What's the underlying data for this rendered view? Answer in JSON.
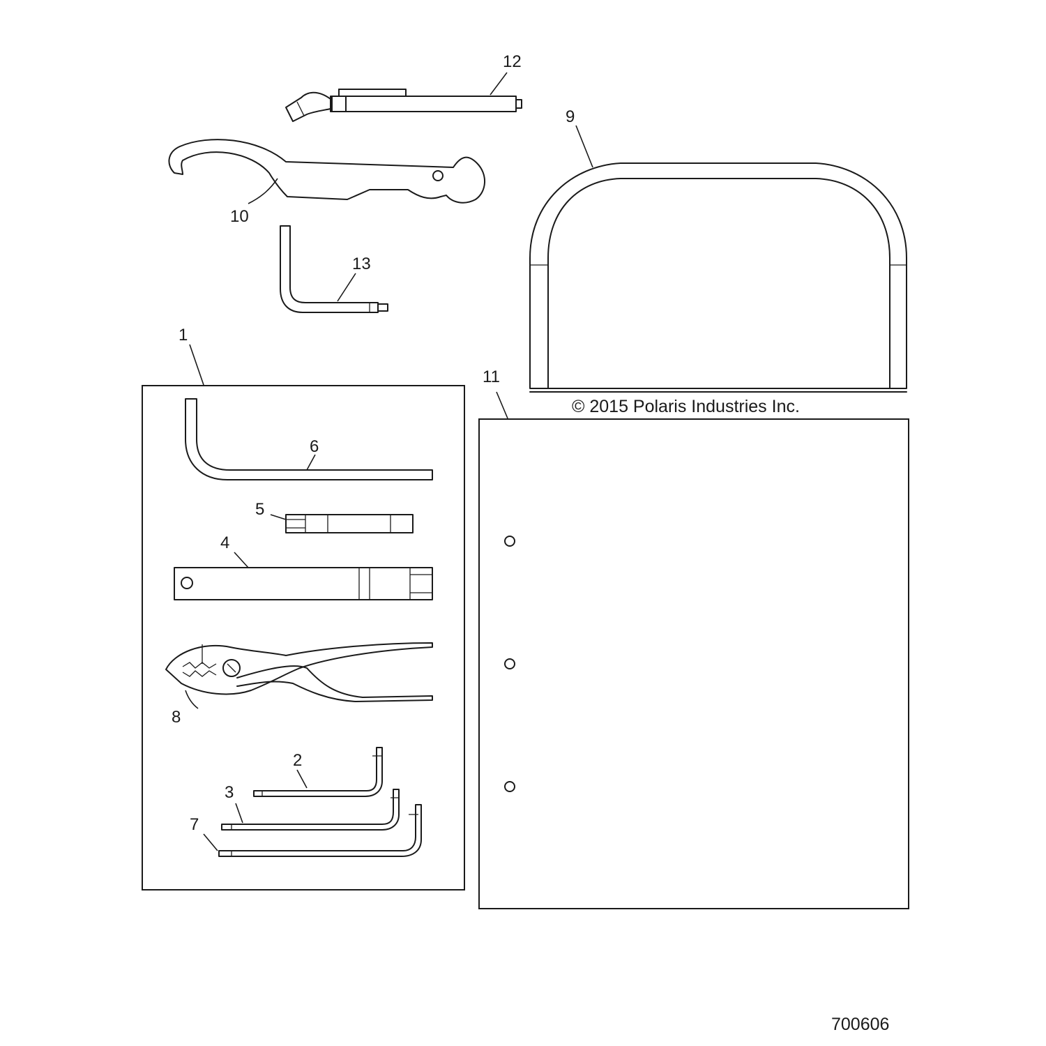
{
  "callouts": {
    "c1": "1",
    "c2": "2",
    "c3": "3",
    "c4": "4",
    "c5": "5",
    "c6": "6",
    "c7": "7",
    "c8": "8",
    "c9": "9",
    "c10": "10",
    "c11": "11",
    "c12": "12",
    "c13": "13"
  },
  "copyright": "© 2015 Polaris Industries Inc.",
  "document_number": "700606",
  "colors": {
    "line": "#1a1a1a",
    "background": "#ffffff"
  }
}
